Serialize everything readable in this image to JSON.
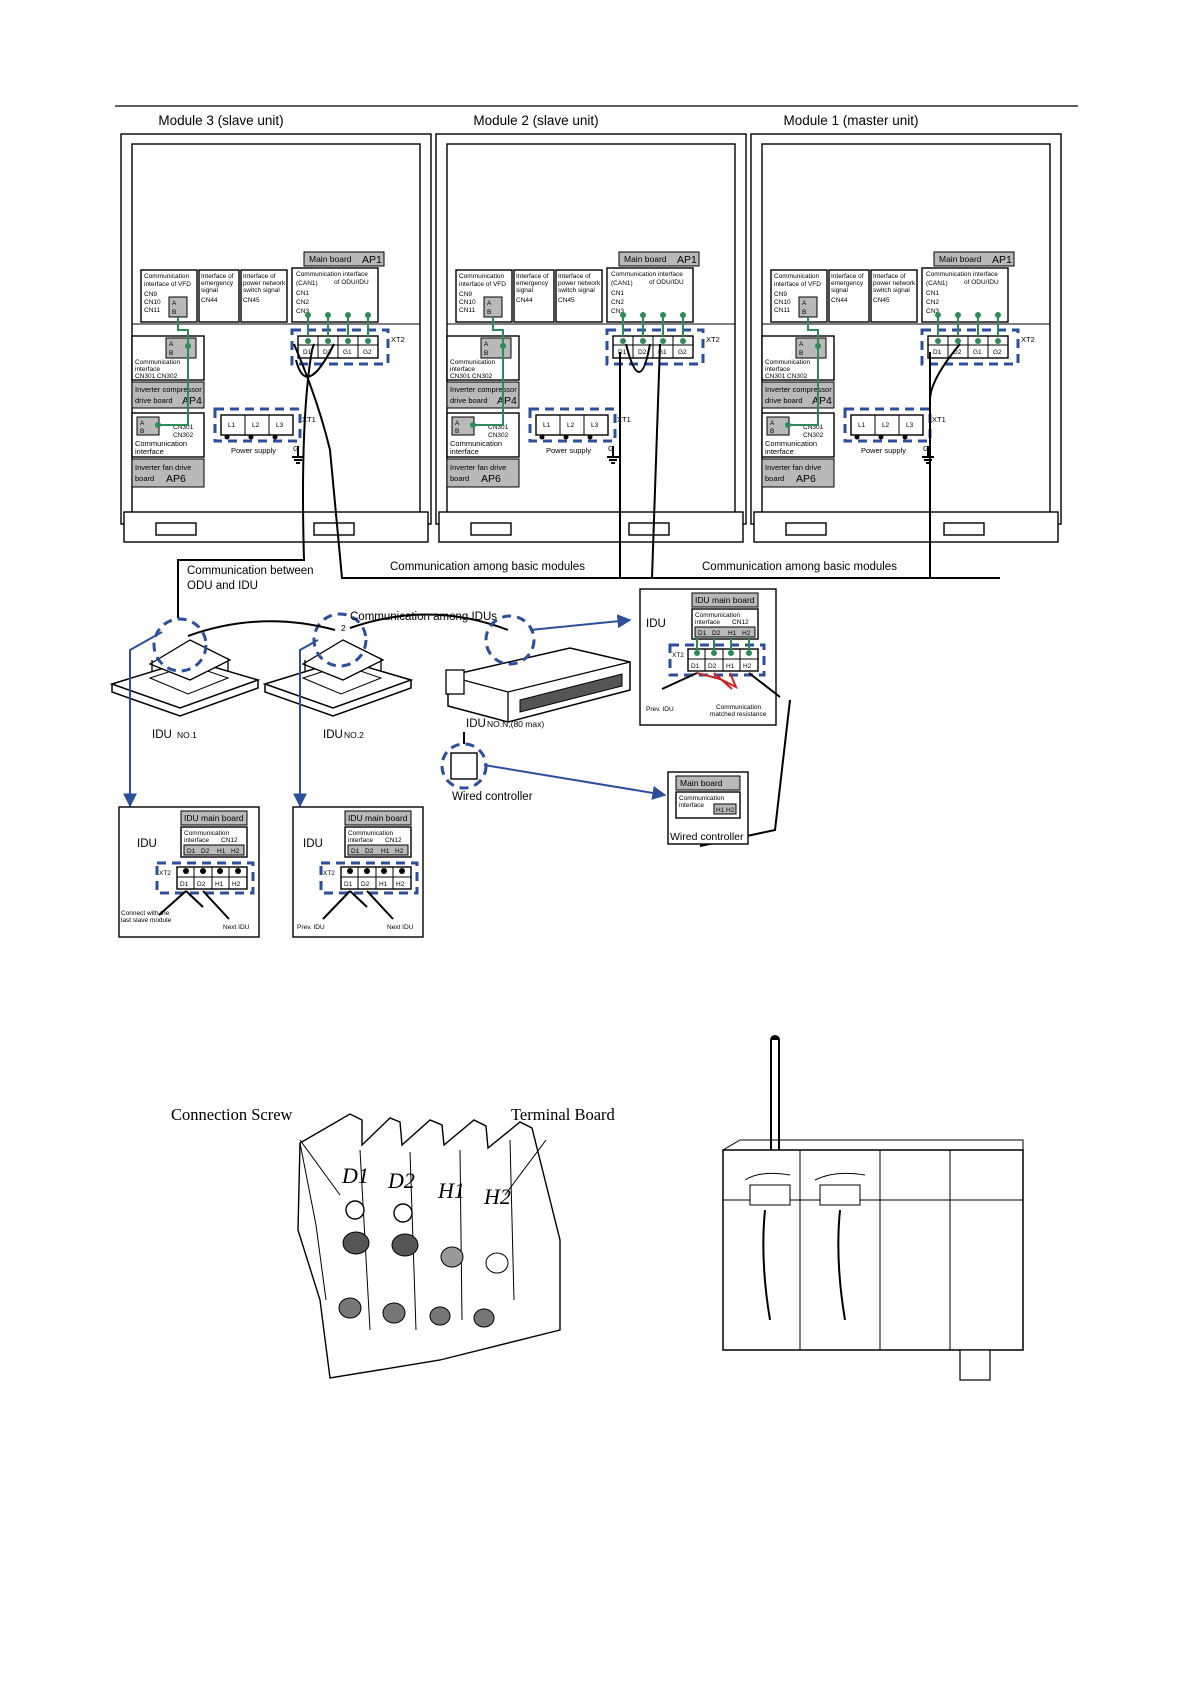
{
  "modules": [
    {
      "title": "Module 3 (slave unit)"
    },
    {
      "title": "Module 2 (slave unit)"
    },
    {
      "title": "Module 1 (master unit)"
    }
  ],
  "board": {
    "main_board": "Main board",
    "ap1": "AP1",
    "vfd_comm_line1": "Communication",
    "vfd_comm_line2": "interface of VFD",
    "cn9": "CN9",
    "cn10": "CN10",
    "cn11": "CN11",
    "emerg_line1": "Interface of",
    "emerg_line2": "emergency",
    "emerg_line3": "signal",
    "cn44": "CN44",
    "pn_line1": "Interface of",
    "pn_line2": "power network",
    "pn_line3": "switch signal",
    "cn45": "CN45",
    "can_line1": "Communication interface",
    "can_line2": "of ODU/IDU",
    "can1": "(CAN1)",
    "cn1": "CN1",
    "cn2": "CN2",
    "cn3": "CN3",
    "term_a": "A",
    "term_b": "B",
    "comp_comm_line1": "Communication",
    "comp_comm_line2": "interface",
    "cn301_cn302": "CN301   CN302",
    "inv_comp_line1": "Inverter compressor",
    "inv_comp_line2": "drive board",
    "ap4": "AP4",
    "cn301": "CN301",
    "cn302": "CN302",
    "fan_comm_line1": "Communication",
    "fan_comm_line2": "interface",
    "inv_fan_line1": "Inverter fan drive",
    "inv_fan_line2": "board",
    "ap6": "AP6",
    "xt2": "XT2",
    "xt1": "XT1",
    "d1": "D1",
    "d2": "D2",
    "g1": "G1",
    "g2": "G2",
    "l1": "L1",
    "l2": "L2",
    "l3": "L3",
    "power_supply": "Power supply",
    "ground": "G"
  },
  "links": {
    "odu_idu_line1": "Communication between",
    "odu_idu_line2": "ODU and IDU",
    "among_basic_1": "Communication among basic modules",
    "among_basic_2": "Communication among basic modules",
    "among_idus": "Communication among IDUs",
    "marker_2": "2"
  },
  "idus": {
    "no1_label": "IDU",
    "no1_suffix": "NO.1",
    "no2_label": "IDU",
    "no2_suffix": "NO.2",
    "non_label": "IDU",
    "non_suffix": "NO.N,(80 max)",
    "wired_controller": "Wired controller"
  },
  "idu_panel": {
    "idu": "IDU",
    "idu_main_board": "IDU main board",
    "comm_line1": "Communication",
    "comm_line2": "interface",
    "cn12": "CN12",
    "xt2": "XT2",
    "d1": "D1",
    "d2": "D2",
    "h1": "H1",
    "h2": "H2",
    "prev_idu": "Prev. IDU",
    "next_idu": "Next IDU",
    "connect_line1": "Connect with the",
    "connect_line2": "last slave module",
    "matched_line1": "Communication",
    "matched_line2": "matched resistance"
  },
  "wired_panel": {
    "main_board": "Main board",
    "comm_line1": "Communication",
    "comm_line2": "interface",
    "h1": "H1",
    "h2": "H2",
    "title": "Wired controller"
  },
  "terminal_figure": {
    "connection_screw": "Connection Screw",
    "terminal_board": "Terminal Board",
    "d1": "D1",
    "d2": "D2",
    "h1": "H1",
    "h2": "H2"
  },
  "colors": {
    "blue": "#2b4f9a",
    "green": "#2e8b57",
    "red": "#cc2222",
    "grey": "#b9b9b9"
  }
}
